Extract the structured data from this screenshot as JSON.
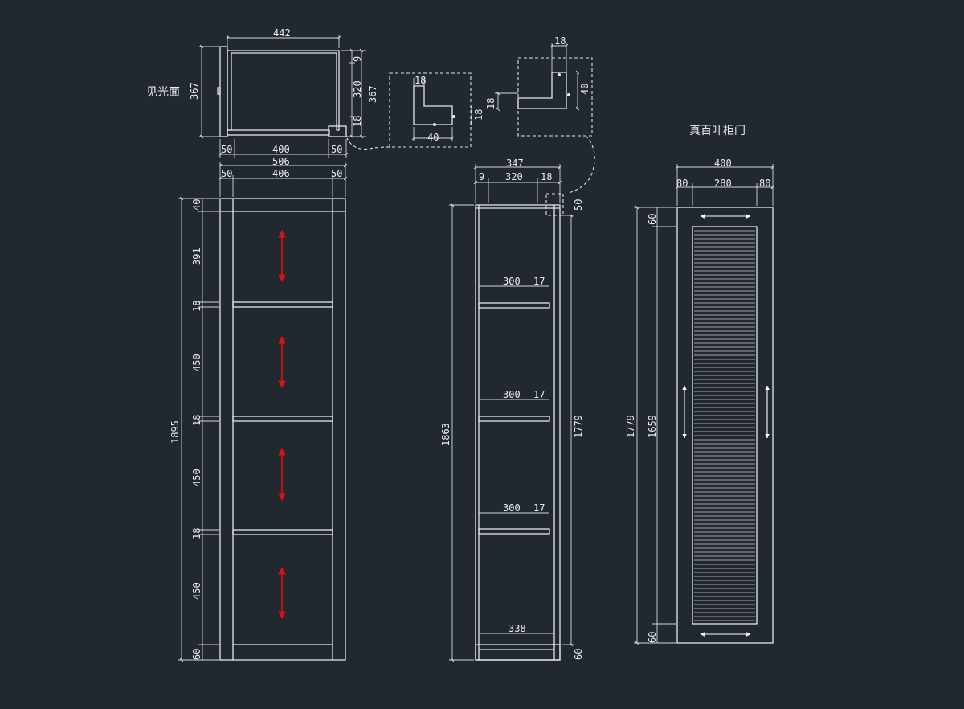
{
  "labels": {
    "visible_face": "见光面",
    "louver_door": "真百叶柜门"
  },
  "top_view": {
    "overall_width": "442",
    "depth": "367",
    "inner_depth": "320",
    "top_gap": "9",
    "bottom_gap": "18",
    "inner_width": "400",
    "side_left": "50",
    "side_right": "50"
  },
  "detail_a": {
    "thickness": "18",
    "width": "40",
    "height": "18"
  },
  "detail_b": {
    "thickness": "18",
    "height": "40",
    "offset": "18"
  },
  "front_view": {
    "total_height": "1895",
    "top_rail": "40",
    "top_space": "391",
    "shelf_1": "18",
    "space_2": "450",
    "shelf_2": "18",
    "space_3": "450",
    "shelf_3": "18",
    "space_4": "450",
    "bottom_rail": "60",
    "overall_width": "506",
    "left": "50",
    "inner": "406",
    "right": "50"
  },
  "side_view": {
    "depth": "347",
    "front_gap": "9",
    "inner": "320",
    "back": "18",
    "total_height": "1863",
    "inner_height": "1779",
    "top_piece": "50",
    "bottom_piece": "60",
    "bottom_width": "338",
    "shelves": [
      {
        "width": "300",
        "thickness": "17"
      },
      {
        "width": "300",
        "thickness": "17"
      },
      {
        "width": "300",
        "thickness": "17"
      }
    ]
  },
  "door_view": {
    "width": "400",
    "stile_left": "80",
    "center": "280",
    "stile_right": "80",
    "total_height": "1779",
    "panel_height": "1659",
    "top_rail": "60",
    "bottom_rail": "60"
  }
}
